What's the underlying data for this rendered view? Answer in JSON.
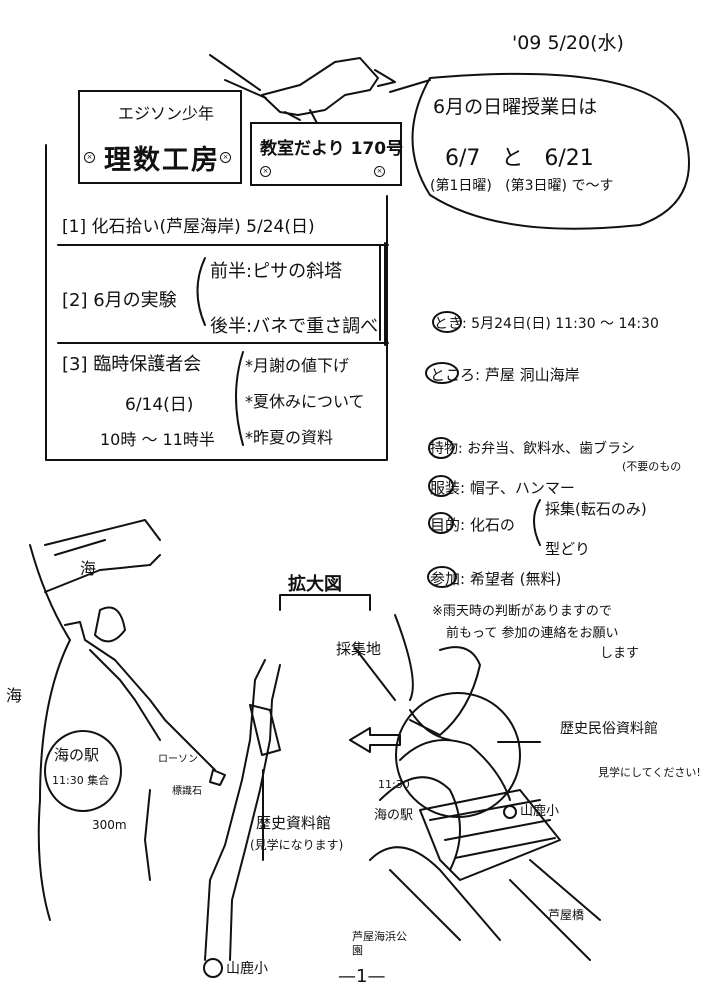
{
  "header": {
    "date": "'09   5/20(水)",
    "brand_small": "エジソン少年",
    "brand_large": "理数工房",
    "issue": "教室だより 170号"
  },
  "notice": {
    "line1": "6月の日曜授業日は",
    "dates": "6/7   と   6/21",
    "sub": "(第1日曜)   (第3日曜) で〜す"
  },
  "items": [
    {
      "label": "[1] 化石拾い(芦屋海岸)  5/24(日)"
    },
    {
      "label": "[2] 6月の実験",
      "sub1": "前半:ピサの斜塔",
      "sub2": "後半:バネで重さ調べ"
    },
    {
      "label": "[3] 臨時保護者会",
      "date": "6/14(日)",
      "time": "10時 〜 11時半",
      "bullets": [
        "*月謝の値下げ",
        "*夏休みについて",
        "*昨夏の資料"
      ]
    }
  ],
  "details": {
    "when": "とき: 5月24日(日)  11:30 〜 14:30",
    "where": "ところ: 芦屋 洞山海岸",
    "bring": "持物: お弁当、飲料水、歯ブラシ",
    "bring_note": "(不要のもの",
    "clothes": "服装: 帽子、ハンマー",
    "purpose_label": "目的: 化石の",
    "purpose_1": "採集(転石のみ)",
    "purpose_2": "型どり",
    "join": "参加: 希望者 (無料)",
    "note_1": "※雨天時の判断がありますので",
    "note_2": "前もって 参加の連絡をお願い",
    "note_3": "します"
  },
  "map_left": {
    "sea_top": "海",
    "sea_left": "海",
    "station": "海の駅",
    "meet": "11:30 集合",
    "lawson": "ローソン",
    "marker": "標識石",
    "distance": "300m",
    "museum": "歴史資料館",
    "museum_note": "(見学になります)",
    "school": "山鹿小"
  },
  "map_right": {
    "title": "拡大図",
    "collect": "採集地",
    "time": "11:30",
    "station": "海の駅",
    "folk": "歴史民俗資料館",
    "visit": "見学にしてください!",
    "school": "山鹿小",
    "park": "芦屋海浜公園",
    "bridge": "芦屋橋"
  },
  "footer": {
    "page": "—1—"
  }
}
